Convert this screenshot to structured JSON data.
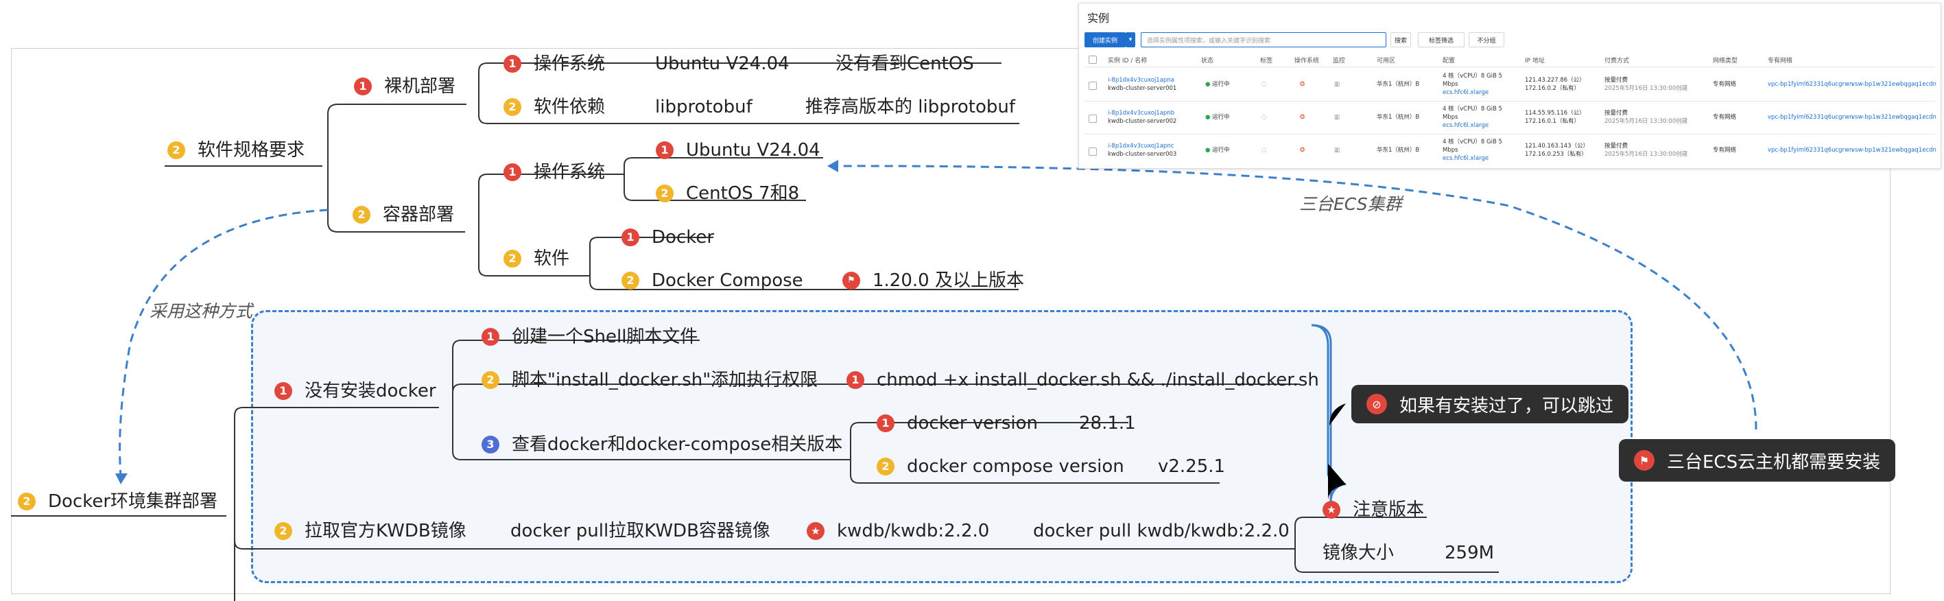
{
  "mindmap": {
    "software_req": "软件规格要求",
    "bare_metal": "裸机部署",
    "os_label": "操作系统",
    "ubuntu": "Ubuntu V24.04",
    "no_centos": "没有看到CentOS",
    "sw_dep": "软件依赖",
    "libprotobuf": "libprotobuf",
    "recommend_lib": "推荐高版本的 libprotobuf",
    "container_deploy": "容器部署",
    "c_os_label": "操作系统",
    "c_ubuntu": "Ubuntu V24.04",
    "c_centos": "CentOS 7和8",
    "c_software": "软件",
    "docker": "Docker",
    "docker_compose": "Docker Compose",
    "compose_version": "1.20.0 及以上版本",
    "use_this_way": "采用这种方式",
    "ecs_cluster": "三台ECS集群",
    "docker_cluster": "Docker环境集群部署",
    "no_docker": "没有安装docker",
    "create_script": "创建一个Shell脚本文件",
    "add_exec": "脚本\"install_docker.sh\"添加执行权限",
    "chmod_cmd": "chmod +x install_docker.sh && ./install_docker.sh",
    "check_versions": "查看docker和docker-compose相关版本",
    "docker_version": "docker version",
    "docker_version_val": "28.1.1",
    "compose_version_cmd": "docker compose version",
    "compose_version_val": "v2.25.1",
    "skip_note": "如果有安装过了，可以跳过",
    "all_install_note": "三台ECS云主机都需要安装",
    "pull_image": "拉取官方KWDB镜像",
    "pull_desc": "docker pull拉取KWDB容器镜像",
    "image_tag": "kwdb/kwdb:2.2.0",
    "pull_cmd": "docker pull kwdb/kwdb:2.2.0",
    "note_version": "注意版本",
    "image_size_label": "镜像大小",
    "image_size": "259M",
    "badges": {
      "one": "1",
      "two": "2",
      "three": "3"
    }
  },
  "ecs_panel": {
    "title": "实例",
    "create_btn": "创建实例",
    "search_placeholder": "选择实例属性项搜索，或输入关键字识别搜索",
    "search_btn": "搜索",
    "tag_filter": "标签筛选",
    "group": "不分组",
    "headers": [
      "实例 ID / 名称",
      "状态",
      "标签",
      "操作系统",
      "监控",
      "可用区",
      "配置",
      "IP 地址",
      "付费方式",
      "网络类型",
      "专有网络"
    ],
    "rows": [
      {
        "id": "i-8p1dx4v3cuxoj1apna",
        "name": "kwdb-cluster-server001",
        "status": "运行中",
        "zone": "华东1（杭州）B",
        "cfg1": "4 核（vCPU）8 GiB 5 Mbps",
        "cfg2": "ecs.hfc6l.xlarge",
        "ip1": "121.43.227.86（公）",
        "ip2": "172.16.0.2（私有）",
        "pay1": "按量付费",
        "pay2": "2025年5月16日 13:30:00创建",
        "net": "专有网络",
        "vpc": "vpc-bp1fyiml62331q6ucgrwn",
        "vsw": "vsw-bp1w321ewbqgaq1ecdn"
      },
      {
        "id": "i-8p1dx4v3cuxoj1apnb",
        "name": "kwdb-cluster-server002",
        "status": "运行中",
        "zone": "华东1（杭州）B",
        "cfg1": "4 核（vCPU）8 GiB 5 Mbps",
        "cfg2": "ecs.hfc6l.xlarge",
        "ip1": "114.55.95.116（公）",
        "ip2": "172.16.0.1（私有）",
        "pay1": "按量付费",
        "pay2": "2025年5月16日 13:30:00创建",
        "net": "专有网络",
        "vpc": "vpc-bp1fyiml62331q6ucgrwn",
        "vsw": "vsw-bp1w321ewbqgaq1ecdn"
      },
      {
        "id": "i-8p1dx4v3cuxoj1apnc",
        "name": "kwdb-cluster-server003",
        "status": "运行中",
        "zone": "华东1（杭州）B",
        "cfg1": "4 核（vCPU）8 GiB 5 Mbps",
        "cfg2": "ecs.hfc6l.xlarge",
        "ip1": "121.40.163.143（公）",
        "ip2": "172.16.0.253（私有）",
        "pay1": "按量付费",
        "pay2": "2025年5月16日 13:30:00创建",
        "net": "专有网络",
        "vpc": "vpc-bp1fyiml62331q6ucgrwn",
        "vsw": "vsw-bp1w321ewbqgaq1ecdn"
      }
    ]
  },
  "colors": {
    "red": "#e0463c",
    "yellow": "#f0b52b",
    "blue": "#4e6fd6",
    "dash": "#3c7fcb",
    "note_bg": "#2f2f2f"
  },
  "icons": {
    "flag": "flag-icon",
    "star": "star-icon",
    "forbidden": "forbidden-icon"
  }
}
